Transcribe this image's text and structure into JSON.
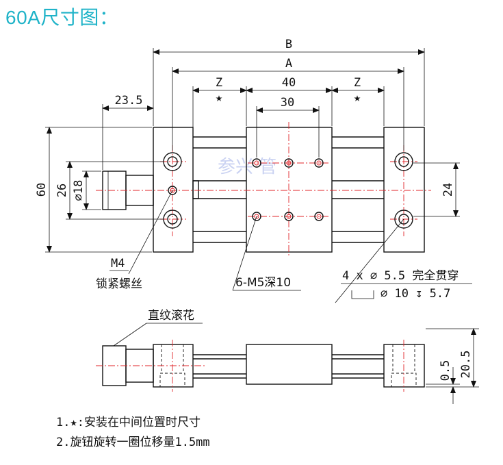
{
  "title": "60A尺寸图：",
  "watermark": "参兴 管",
  "colors": {
    "title": "#1fb3c8",
    "centerline": "#e0242a",
    "line": "#111111",
    "watermark": "#b9c4ee"
  },
  "dimensions": {
    "B": "B",
    "A": "A",
    "Z_left": "Z",
    "Z_right": "Z",
    "w40": "40",
    "w30": "30",
    "d23_5": "23.5",
    "h60": "60",
    "h26": "26",
    "dia18": "∅18",
    "h24": "24",
    "h0_5": "0.5",
    "h20_5": "20.5",
    "star": "★"
  },
  "callouts": {
    "m4": "M4",
    "lock_screw": "锁紧螺丝",
    "m5": "6-M5深10",
    "through_hole": "4 x ∅ 5.5 完全贯穿",
    "counterbore": "∅ 10 ↧ 5.7",
    "knurl": "直纹滚花"
  },
  "notes": [
    "1.★:安装在中间位置时尺寸",
    "2.旋钮旋转一圈位移量1.5mm"
  ]
}
